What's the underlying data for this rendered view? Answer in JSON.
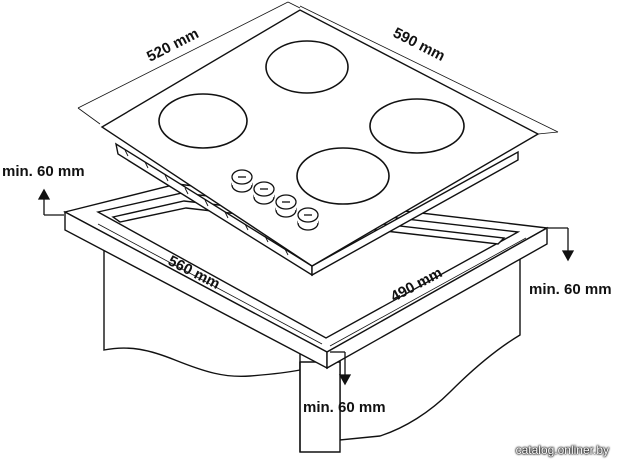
{
  "diagram": {
    "dimensions": {
      "hob_depth": "520 mm",
      "hob_width": "590 mm",
      "cutout_width": "560 mm",
      "cutout_depth": "490 mm"
    },
    "clearances": {
      "left": "min. 60 mm",
      "right": "min. 60 mm",
      "front": "min. 60 mm"
    },
    "colors": {
      "line": "#111111",
      "fill": "#ffffff",
      "background": "#ffffff"
    }
  },
  "watermark": "catalog.onliner.by"
}
